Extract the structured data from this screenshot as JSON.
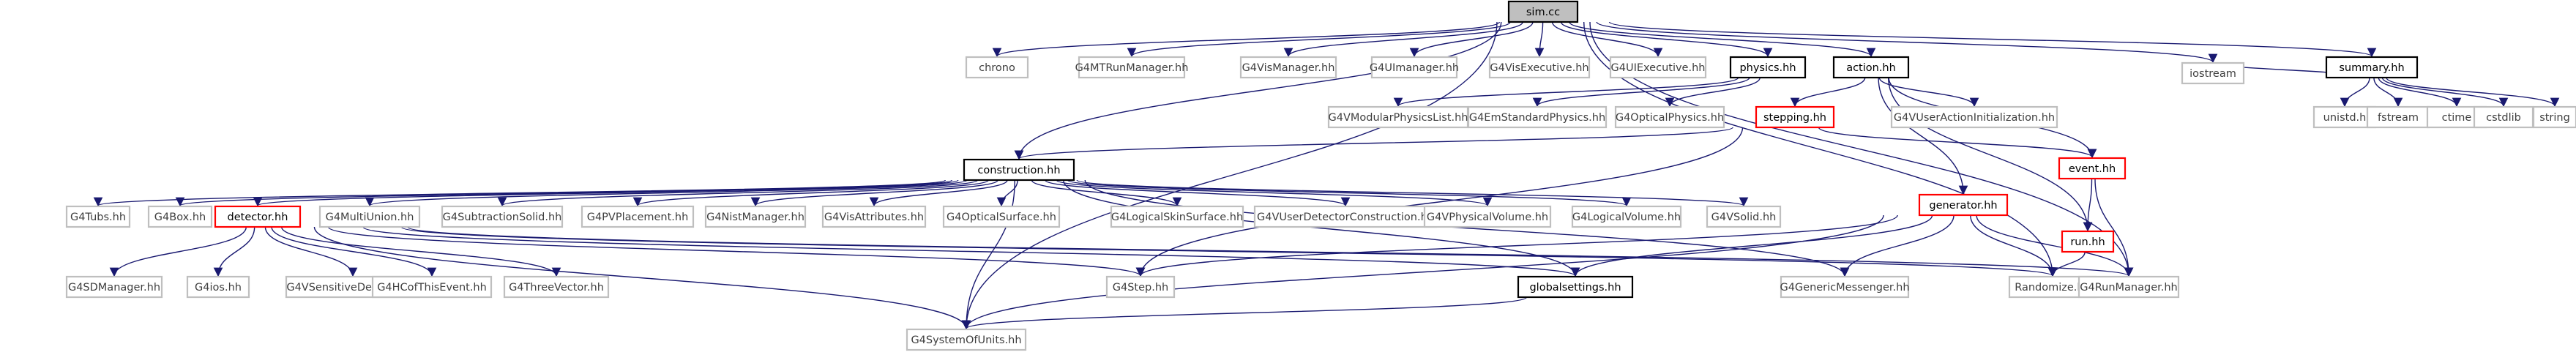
{
  "diagram": {
    "colors": {
      "edge": "#191970",
      "external_border": "#bfbfbf",
      "documented_border": "#000000",
      "undocumented_border": "#ff0000",
      "root_fill": "#bfbfbf"
    },
    "nodes": {
      "root": {
        "label": "sim.cc",
        "kind": "root"
      },
      "iostream": {
        "label": "iostream",
        "kind": "sys"
      },
      "chrono": {
        "label": "chrono",
        "kind": "sys"
      },
      "g4mtrunmanager": {
        "label": "G4MTRunManager.hh",
        "kind": "sys"
      },
      "g4vismanager": {
        "label": "G4VisManager.hh",
        "kind": "sys"
      },
      "g4uimanager": {
        "label": "G4UImanager.hh",
        "kind": "sys"
      },
      "g4visexecutive": {
        "label": "G4VisExecutive.hh",
        "kind": "sys"
      },
      "g4uiexecutive": {
        "label": "G4UIExecutive.hh",
        "kind": "sys"
      },
      "physics": {
        "label": "physics.hh",
        "kind": "doc"
      },
      "action": {
        "label": "action.hh",
        "kind": "doc"
      },
      "summary": {
        "label": "summary.hh",
        "kind": "doc"
      },
      "unistd": {
        "label": "unistd.h",
        "kind": "sys"
      },
      "fstream": {
        "label": "fstream",
        "kind": "sys"
      },
      "ctime": {
        "label": "ctime",
        "kind": "sys"
      },
      "cstdlib": {
        "label": "cstdlib",
        "kind": "sys"
      },
      "string": {
        "label": "string",
        "kind": "sys"
      },
      "g4vmodular": {
        "label": "G4VModularPhysicsList.hh",
        "kind": "sys"
      },
      "g4emstandard": {
        "label": "G4EmStandardPhysics.hh",
        "kind": "sys"
      },
      "g4optical": {
        "label": "G4OpticalPhysics.hh",
        "kind": "sys"
      },
      "stepping": {
        "label": "stepping.hh",
        "kind": "red"
      },
      "g4vuseraction": {
        "label": "G4VUserActionInitialization.hh",
        "kind": "sys"
      },
      "event": {
        "label": "event.hh",
        "kind": "red"
      },
      "construction": {
        "label": "construction.hh",
        "kind": "doc"
      },
      "generator": {
        "label": "generator.hh",
        "kind": "red"
      },
      "run": {
        "label": "run.hh",
        "kind": "red"
      },
      "g4tubs": {
        "label": "G4Tubs.hh",
        "kind": "sys"
      },
      "g4box": {
        "label": "G4Box.hh",
        "kind": "sys"
      },
      "detector": {
        "label": "detector.hh",
        "kind": "red"
      },
      "g4multiunion": {
        "label": "G4MultiUnion.hh",
        "kind": "sys"
      },
      "g4subtraction": {
        "label": "G4SubtractionSolid.hh",
        "kind": "sys"
      },
      "g4pvplacement": {
        "label": "G4PVPlacement.hh",
        "kind": "sys"
      },
      "g4nistmanager": {
        "label": "G4NistManager.hh",
        "kind": "sys"
      },
      "g4visattributes": {
        "label": "G4VisAttributes.hh",
        "kind": "sys"
      },
      "g4opticalsurface": {
        "label": "G4OpticalSurface.hh",
        "kind": "sys"
      },
      "g4logicalskin": {
        "label": "G4LogicalSkinSurface.hh",
        "kind": "sys"
      },
      "g4vuserdetector": {
        "label": "G4VUserDetectorConstruction.hh",
        "kind": "sys"
      },
      "g4vphysicalvolume": {
        "label": "G4VPhysicalVolume.hh",
        "kind": "sys"
      },
      "g4logicalvolume": {
        "label": "G4LogicalVolume.hh",
        "kind": "sys"
      },
      "g4vsolid": {
        "label": "G4VSolid.hh",
        "kind": "sys"
      },
      "g4sdmanager": {
        "label": "G4SDManager.hh",
        "kind": "sys"
      },
      "g4ios": {
        "label": "G4ios.hh",
        "kind": "sys"
      },
      "g4vsensitive": {
        "label": "G4VSensitiveDetector.hh",
        "kind": "sys"
      },
      "g4hcofthisevent": {
        "label": "G4HCofThisEvent.hh",
        "kind": "sys"
      },
      "g4threevector": {
        "label": "G4ThreeVector.hh",
        "kind": "sys"
      },
      "g4step": {
        "label": "G4Step.hh",
        "kind": "sys"
      },
      "globalsettings": {
        "label": "globalsettings.hh",
        "kind": "doc"
      },
      "g4genericmessenger": {
        "label": "G4GenericMessenger.hh",
        "kind": "sys"
      },
      "randomize": {
        "label": "Randomize.hh",
        "kind": "sys"
      },
      "g4runmanager": {
        "label": "G4RunManager.hh",
        "kind": "sys"
      },
      "g4systemofunits": {
        "label": "G4SystemOfUnits.hh",
        "kind": "sys"
      }
    }
  }
}
